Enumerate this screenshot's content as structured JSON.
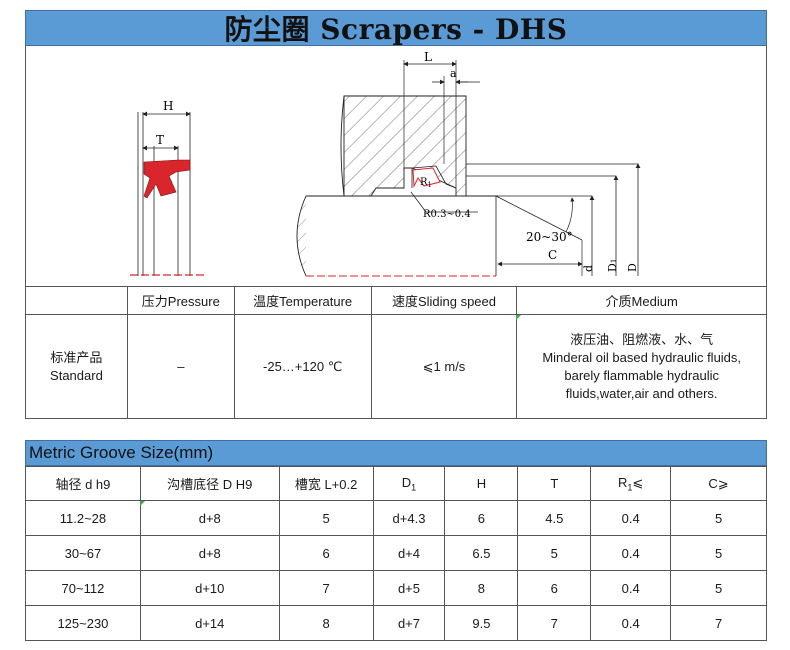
{
  "title": "防尘圈 Scrapers - DHS",
  "drawing": {
    "labels": {
      "H": "H",
      "T": "T",
      "L": "L",
      "a": "a",
      "R1": "R",
      "R1_sub": "1",
      "radius_note": "R0.3~0.4",
      "angle": "20~30°",
      "C": "C",
      "d": "d",
      "D1": "D",
      "D1_sub": "1",
      "D": "D"
    },
    "seal_color": "#d9262c"
  },
  "spec_table": {
    "headers": [
      "",
      "压力Pressure",
      "温度Temperature",
      "速度Sliding speed",
      "介质Medium"
    ],
    "row": {
      "label": "标准产品\nStandard",
      "pressure": "–",
      "temperature": "-25…+120 ℃",
      "speed": "⩽1 m/s",
      "medium": "液压油、阻燃液、水、气\nMinderal oil based hydraulic fluids,\nbarely flammable hydraulic\nfluids,water,air and others."
    }
  },
  "groove": {
    "title": "Metric Groove Size(mm)",
    "headers": {
      "shaft": "轴径 d h9",
      "groove_dia": "沟槽底径 D H9",
      "groove_width": "槽宽 L+0.2",
      "d1": "D",
      "d1_sub": "1",
      "h": "H",
      "t": "T",
      "r1": "R",
      "r1_sub": "1",
      "r1_sym": "⩽",
      "c": "C⩾"
    },
    "rows": [
      [
        "11.2~28",
        "d+8",
        "5",
        "d+4.3",
        "6",
        "4.5",
        "0.4",
        "5"
      ],
      [
        "30~67",
        "d+8",
        "6",
        "d+4",
        "6.5",
        "5",
        "0.4",
        "5"
      ],
      [
        "70~112",
        "d+10",
        "7",
        "d+5",
        "8",
        "6",
        "0.4",
        "5"
      ],
      [
        "125~230",
        "d+14",
        "8",
        "d+7",
        "9.5",
        "7",
        "0.4",
        "7"
      ]
    ]
  },
  "colors": {
    "header_blue": "#5b9bd5",
    "seal_red": "#d9262c"
  }
}
